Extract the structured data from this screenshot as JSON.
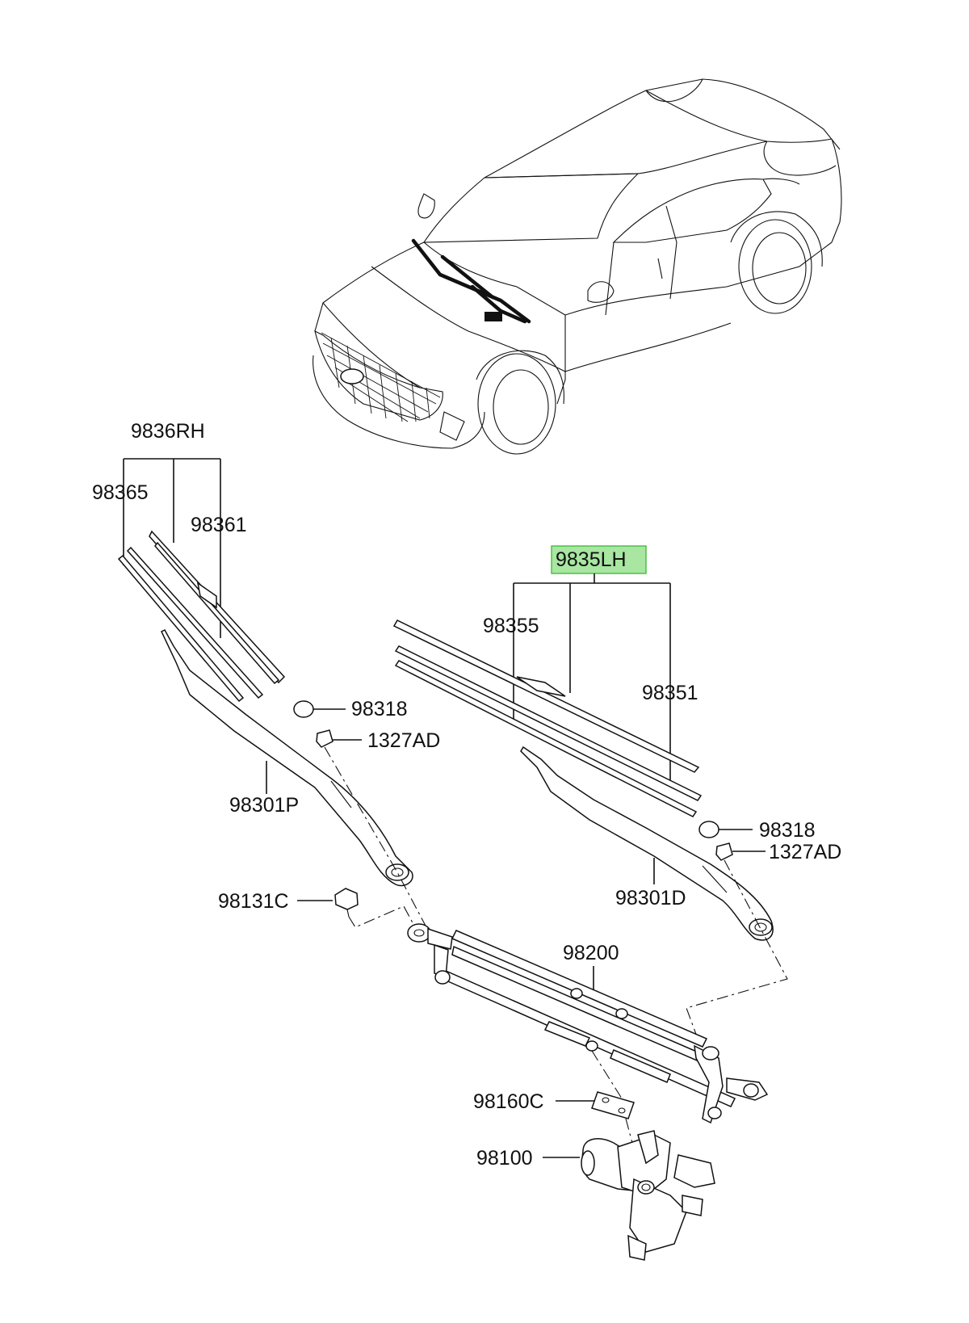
{
  "labels": {
    "rh_assembly": "9836RH",
    "rh_insert": "98365",
    "rh_blade": "98361",
    "rh_cap": "98318",
    "rh_nut": "1327AD",
    "rh_arm": "98301P",
    "lh_assembly": "9835LH",
    "lh_insert": "98355",
    "lh_blade": "98351",
    "lh_cap": "98318",
    "lh_nut": "1327AD",
    "lh_arm": "98301D",
    "bolt": "98131C",
    "linkage": "98200",
    "bracket": "98160C",
    "motor": "98100"
  },
  "highlighted_part": "9835LH",
  "colors": {
    "highlight_fill": "#a8e6a2",
    "highlight_border": "#4fbf4a",
    "line": "#111111"
  }
}
